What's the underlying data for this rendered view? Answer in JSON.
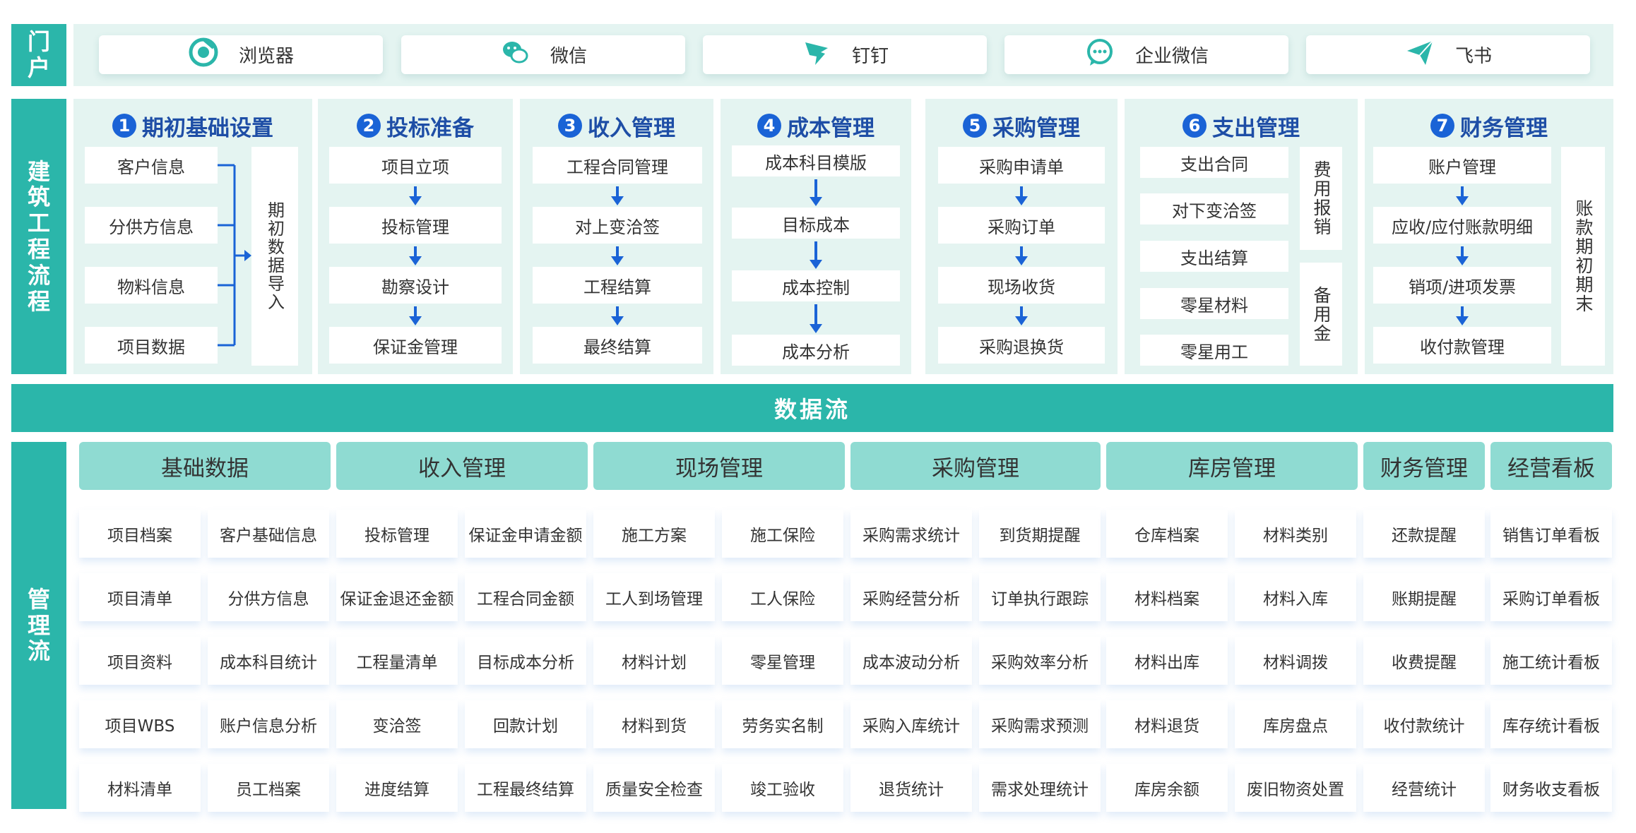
{
  "portal": {
    "label": "门户",
    "items": [
      {
        "label": "浏览器",
        "icon": "browser-icon"
      },
      {
        "label": "微信",
        "icon": "wechat-icon"
      },
      {
        "label": "钉钉",
        "icon": "dingtalk-icon"
      },
      {
        "label": "企业微信",
        "icon": "wecom-icon"
      },
      {
        "label": "飞书",
        "icon": "feishu-icon"
      }
    ]
  },
  "workflow": {
    "label": "建筑工程流程",
    "sections": [
      {
        "num": "1",
        "title": "期初基础设置",
        "items": [
          "客户信息",
          "分供方信息",
          "物料信息",
          "项目数据"
        ],
        "side": "期初数据导入"
      },
      {
        "num": "2",
        "title": "投标准备",
        "items": [
          "项目立项",
          "投标管理",
          "勘察设计",
          "保证金管理"
        ]
      },
      {
        "num": "3",
        "title": "收入管理",
        "items": [
          "工程合同管理",
          "对上变洽签",
          "工程结算",
          "最终结算"
        ]
      },
      {
        "num": "4",
        "title": "成本管理",
        "items": [
          "成本科目模版",
          "目标成本",
          "成本控制",
          "成本分析"
        ]
      },
      {
        "num": "5",
        "title": "采购管理",
        "items": [
          "采购申请单",
          "采购订单",
          "现场收货",
          "采购退换货"
        ]
      },
      {
        "num": "6",
        "title": "支出管理",
        "items": [
          "支出合同",
          "对下变洽签",
          "支出结算",
          "零星材料",
          "零星用工"
        ],
        "side_top": "费用报销",
        "side_bottom": "备用金"
      },
      {
        "num": "7",
        "title": "财务管理",
        "items": [
          "账户管理",
          "应收/应付账款明细",
          "销项/进项发票",
          "收付款管理"
        ],
        "side": "账款期初期末"
      }
    ]
  },
  "dataflow": {
    "label": "数据流"
  },
  "management": {
    "label": "管理流",
    "headers": [
      "基础数据",
      "收入管理",
      "现场管理",
      "采购管理",
      "库房管理",
      "财务管理",
      "经营看板"
    ],
    "rows": [
      [
        "项目档案",
        "客户基础信息",
        "投标管理",
        "保证金申请金额",
        "施工方案",
        "施工保险",
        "采购需求统计",
        "到货期提醒",
        "仓库档案",
        "材料类别",
        "还款提醒",
        "销售订单看板"
      ],
      [
        "项目清单",
        "分供方信息",
        "保证金退还金额",
        "工程合同金额",
        "工人到场管理",
        "工人保险",
        "采购经营分析",
        "订单执行跟踪",
        "材料档案",
        "材料入库",
        "账期提醒",
        "采购订单看板"
      ],
      [
        "项目资料",
        "成本科目统计",
        "工程量清单",
        "目标成本分析",
        "材料计划",
        "零星管理",
        "成本波动分析",
        "采购效率分析",
        "材料出库",
        "材料调拨",
        "收费提醒",
        "施工统计看板"
      ],
      [
        "项目WBS",
        "账户信息分析",
        "变洽签",
        "回款计划",
        "材料到货",
        "劳务实名制",
        "采购入库统计",
        "采购需求预测",
        "材料退货",
        "库房盘点",
        "收付款统计",
        "库存统计看板"
      ],
      [
        "材料清单",
        "员工档案",
        "进度结算",
        "工程最终结算",
        "质量安全检查",
        "竣工验收",
        "退货统计",
        "需求处理统计",
        "库房余额",
        "废旧物资处置",
        "经营统计",
        "财务收支看板"
      ]
    ]
  },
  "colors": {
    "teal": "#2bb6aa",
    "light_teal": "#8fdbd2",
    "panel_bg": "#e4f4f1",
    "blue": "#1a63d6"
  }
}
